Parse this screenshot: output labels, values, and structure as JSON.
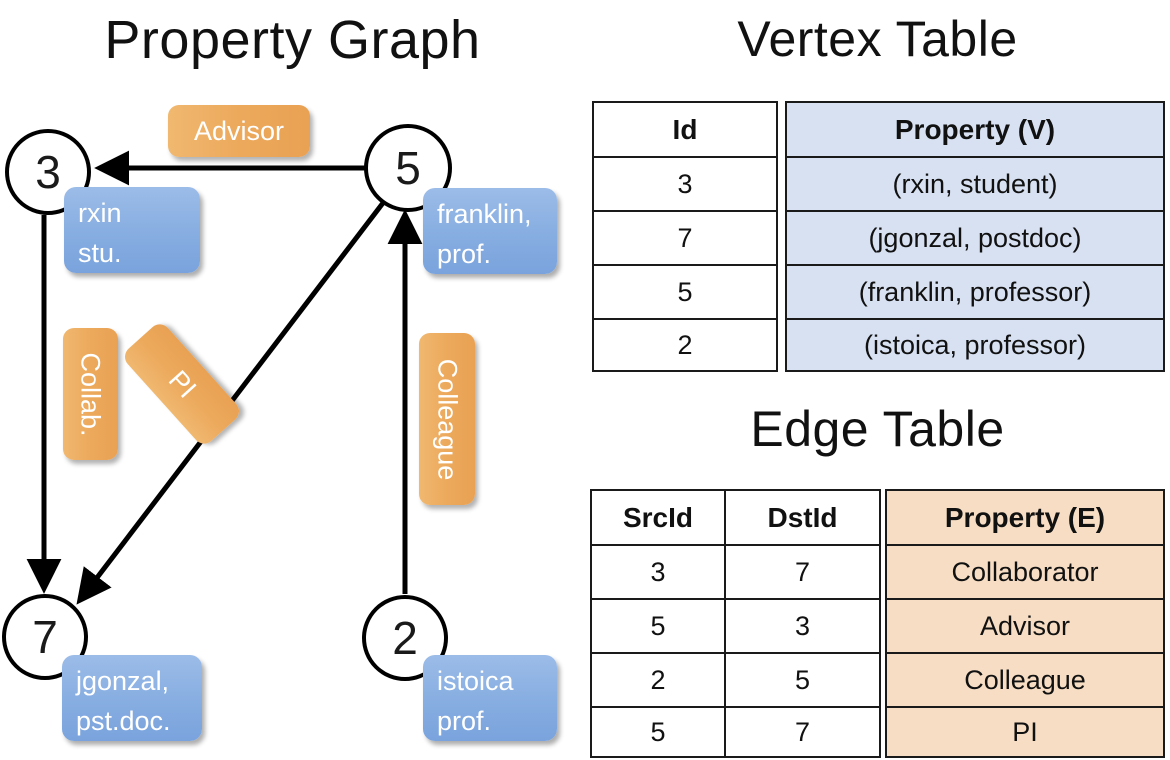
{
  "titles": {
    "property_graph": "Property Graph",
    "vertex_table": "Vertex Table",
    "edge_table": "Edge Table"
  },
  "graph": {
    "nodes": [
      {
        "id": "3",
        "property_line1": "rxin",
        "property_line2": "stu."
      },
      {
        "id": "5",
        "property_line1": "franklin,",
        "property_line2": "prof."
      },
      {
        "id": "7",
        "property_line1": "jgonzal,",
        "property_line2": "pst.doc."
      },
      {
        "id": "2",
        "property_line1": "istoica",
        "property_line2": "prof."
      }
    ],
    "edge_labels": [
      {
        "name": "advisor",
        "text": "Advisor"
      },
      {
        "name": "collab",
        "text": "Collab."
      },
      {
        "name": "pi",
        "text": "PI"
      },
      {
        "name": "colleague",
        "text": "Colleague"
      }
    ]
  },
  "vertex_table": {
    "headers": [
      "Id",
      "Property (V)"
    ],
    "rows": [
      {
        "id": "3",
        "property": "(rxin, student)"
      },
      {
        "id": "7",
        "property": "(jgonzal, postdoc)"
      },
      {
        "id": "5",
        "property": "(franklin, professor)"
      },
      {
        "id": "2",
        "property": "(istoica, professor)"
      }
    ]
  },
  "edge_table": {
    "headers": [
      "SrcId",
      "DstId",
      "Property (E)"
    ],
    "rows": [
      {
        "src": "3",
        "dst": "7",
        "property": "Collaborator"
      },
      {
        "src": "5",
        "dst": "3",
        "property": "Advisor"
      },
      {
        "src": "2",
        "dst": "5",
        "property": "Colleague"
      },
      {
        "src": "5",
        "dst": "7",
        "property": "PI"
      }
    ]
  },
  "colors": {
    "vertex_property_fill": "#d7e1f2",
    "edge_property_fill": "#f6ddc3",
    "node_box_blue": "#8ab0e2",
    "label_box_orange": "#eca95c",
    "stroke": "#1a1a1a"
  }
}
